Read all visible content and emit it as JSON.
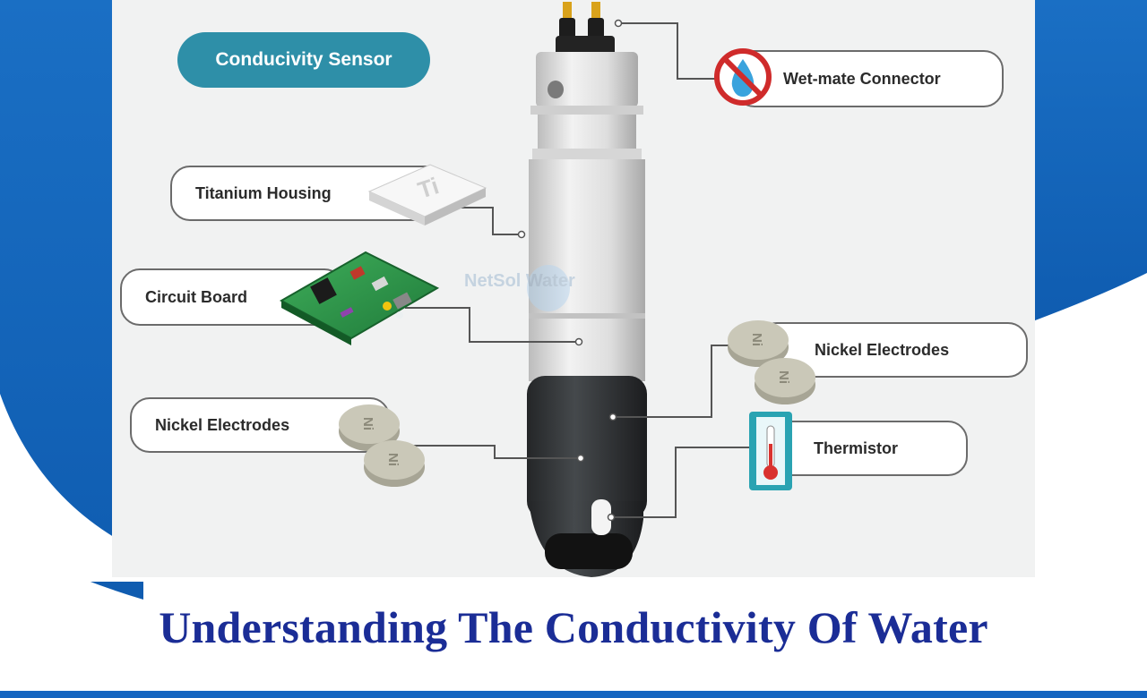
{
  "diagram": {
    "header_label": "Conducivity Sensor",
    "title": "Understanding The Conductivity Of Water",
    "watermark": "NetSol Water",
    "callouts": {
      "wetmate": "Wet-mate Connector",
      "titanium": "Titanium Housing",
      "circuit": "Circuit Board",
      "nickel_left": "Nickel Electrodes",
      "nickel_right": "Nickel Electrodes",
      "thermistor": "Thermistor"
    },
    "chip_text": {
      "titanium_symbol": "Ti",
      "nickel_symbol": "Ni"
    }
  },
  "colors": {
    "background_blue": "#1565c0",
    "pill": "#2e8fa8",
    "title": "#1b2d96"
  }
}
